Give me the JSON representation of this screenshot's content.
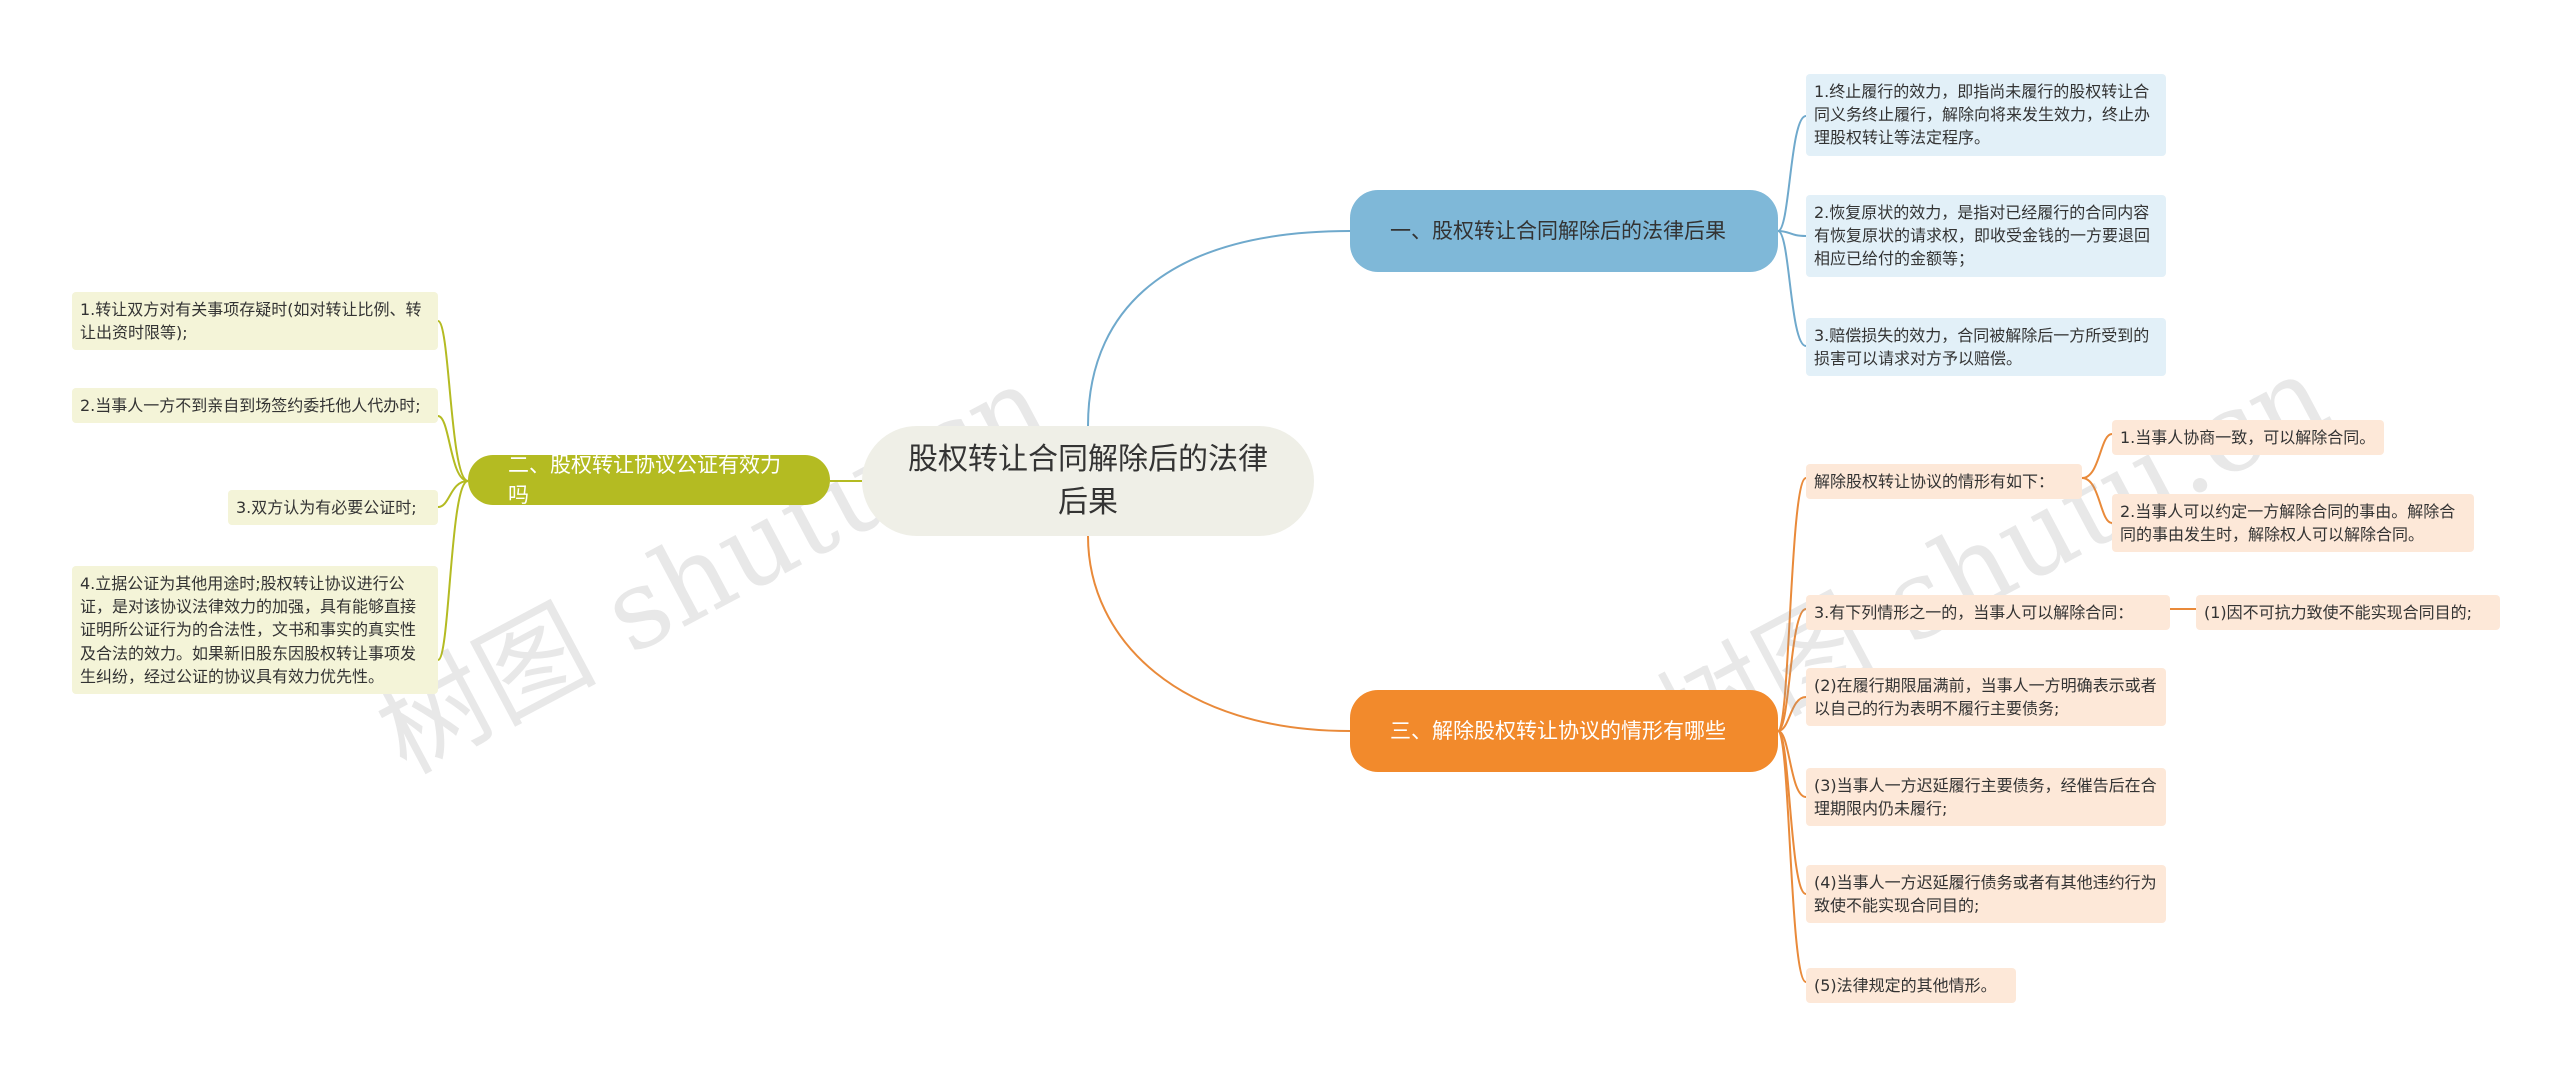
{
  "root": {
    "title": "股权转让合同解除后的法律后果"
  },
  "branch_legal": {
    "title": "一、股权转让合同解除后的法律后果",
    "items": [
      "1.终止履行的效力，即指尚未履行的股权转让合同义务终止履行，解除向将来发生效力，终止办理股权转让等法定程序。",
      "2.恢复原状的效力，是指对已经履行的合同内容有恢复原状的请求权，即收受金钱的一方要退回相应已给付的金额等；",
      "3.赔偿损失的效力，合同被解除后一方所受到的损害可以请求对方予以赔偿。"
    ]
  },
  "branch_notary": {
    "title": "二、股权转让协议公证有效力吗",
    "items": [
      "1.转让双方对有关事项存疑时(如对转让比例、转让出资时限等);",
      "2.当事人一方不到亲自到场签约委托他人代办时;",
      "3.双方认为有必要公证时;",
      "4.立据公证为其他用途时;股权转让协议进行公证，是对该协议法律效力的加强，具有能够直接证明所公证行为的合法性，文书和事实的真实性及合法的效力。如果新旧股东因股权转让事项发生纠纷，经过公证的协议具有效力优先性。"
    ]
  },
  "branch_cases": {
    "title": "三、解除股权转让协议的情形有哪些",
    "group1": {
      "label": "解除股权转让协议的情形有如下：",
      "children": [
        "1.当事人协商一致，可以解除合同。",
        "2.当事人可以约定一方解除合同的事由。解除合同的事由发生时，解除权人可以解除合同。"
      ]
    },
    "group2": {
      "label": "3.有下列情形之一的，当事人可以解除合同：",
      "child": "(1)因不可抗力致使不能实现合同目的;"
    },
    "items": [
      "(2)在履行期限届满前，当事人一方明确表示或者以自己的行为表明不履行主要债务;",
      "(3)当事人一方迟延履行主要债务，经催告后在合理期限内仍未履行;",
      "(4)当事人一方迟延履行债务或者有其他违约行为致使不能实现合同目的;",
      "(5)法律规定的其他情形。"
    ]
  },
  "watermark": "树图 shutu.cn",
  "colors": {
    "blue": "#7fb8d8",
    "orange": "#f28a2c",
    "olive": "#b4bb22"
  }
}
